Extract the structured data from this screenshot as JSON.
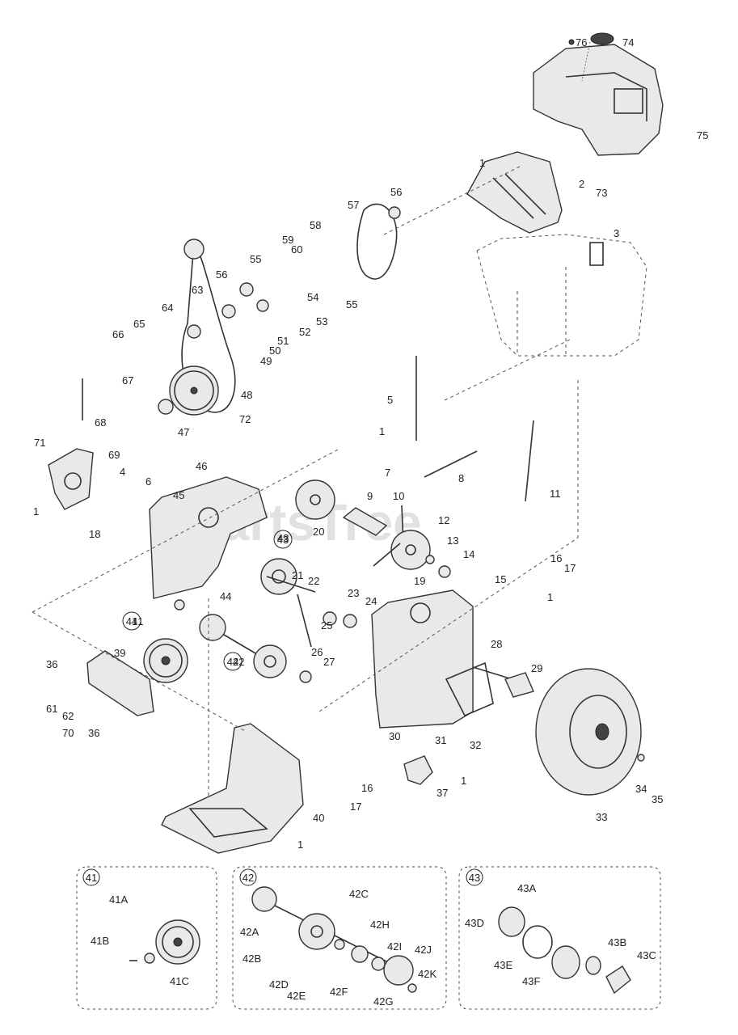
{
  "watermark": "PartsTree",
  "labels": [
    "76",
    "74",
    "75",
    "1",
    "2",
    "73",
    "3",
    "56",
    "57",
    "58",
    "59",
    "60",
    "55",
    "56",
    "54",
    "55",
    "63",
    "53",
    "52",
    "51",
    "50",
    "64",
    "65",
    "66",
    "49",
    "48",
    "67",
    "72",
    "47",
    "5",
    "1",
    "7",
    "68",
    "71",
    "69",
    "4",
    "6",
    "1",
    "46",
    "45",
    "18",
    "20",
    "8",
    "9",
    "10",
    "11",
    "12",
    "13",
    "43",
    "14",
    "19",
    "15",
    "16",
    "17",
    "1",
    "21",
    "22",
    "23",
    "24",
    "25",
    "44",
    "41",
    "42",
    "26",
    "27",
    "28",
    "29",
    "36",
    "39",
    "61",
    "62",
    "70",
    "36",
    "30",
    "31",
    "32",
    "16",
    "37",
    "1",
    "17",
    "40",
    "1",
    "34",
    "35",
    "33"
  ],
  "inset41": {
    "badge": "41",
    "labels": [
      "41A",
      "41B",
      "41C"
    ]
  },
  "inset42": {
    "badge": "42",
    "labels": [
      "42C",
      "42H",
      "42A",
      "42I",
      "42J",
      "42B",
      "42K",
      "42D",
      "42E",
      "42F",
      "42G"
    ]
  },
  "inset43": {
    "badge": "43",
    "labels": [
      "43A",
      "43D",
      "43E",
      "43B",
      "43C",
      "43F"
    ]
  },
  "callouts": {
    "c41": "41",
    "c42": "42",
    "c43": "43"
  }
}
